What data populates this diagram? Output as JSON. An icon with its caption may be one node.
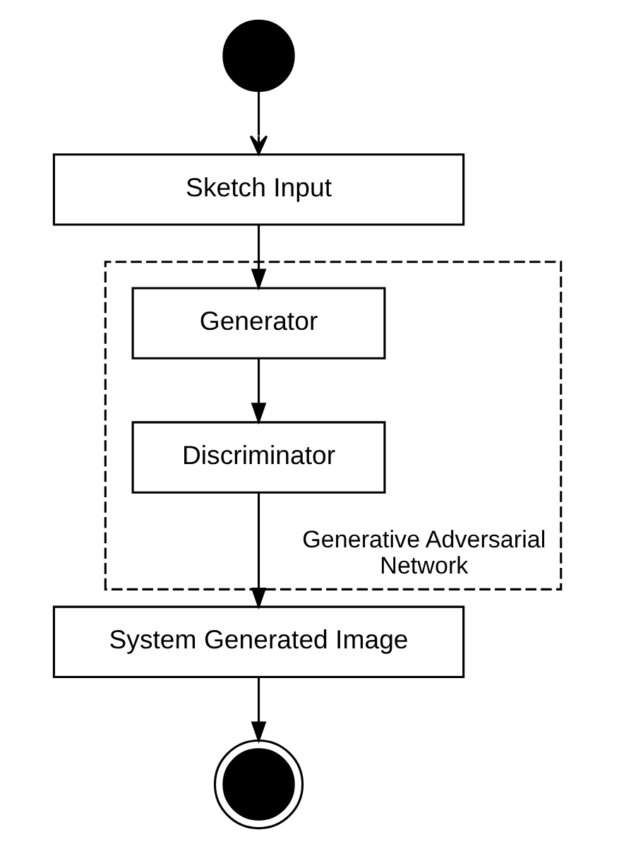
{
  "diagram": {
    "nodes": [
      {
        "text": [],
        "shape": "circle"
      },
      {
        "text": [
          "Sketch Input"
        ]
      },
      {
        "text": [
          "Generative Adversarial Network"
        ]
      },
      {
        "text": [
          "Generator"
        ],
        "in": 2
      },
      {
        "text": [
          "Discriminator"
        ],
        "in": 2
      },
      {
        "text": [
          "System Generated Image"
        ]
      },
      {
        "text": [],
        "shape": "bullseye"
      }
    ],
    "edges": [
      {
        "from": 0,
        "to": 1,
        "arrow": "to"
      },
      {
        "from": 1,
        "to": 3,
        "arrow": "to"
      },
      {
        "from": 3,
        "to": 4,
        "arrow": "to"
      },
      {
        "from": 4,
        "to": 5,
        "arrow": "to"
      },
      {
        "from": 5,
        "to": 6,
        "arrow": "to"
      }
    ]
  }
}
